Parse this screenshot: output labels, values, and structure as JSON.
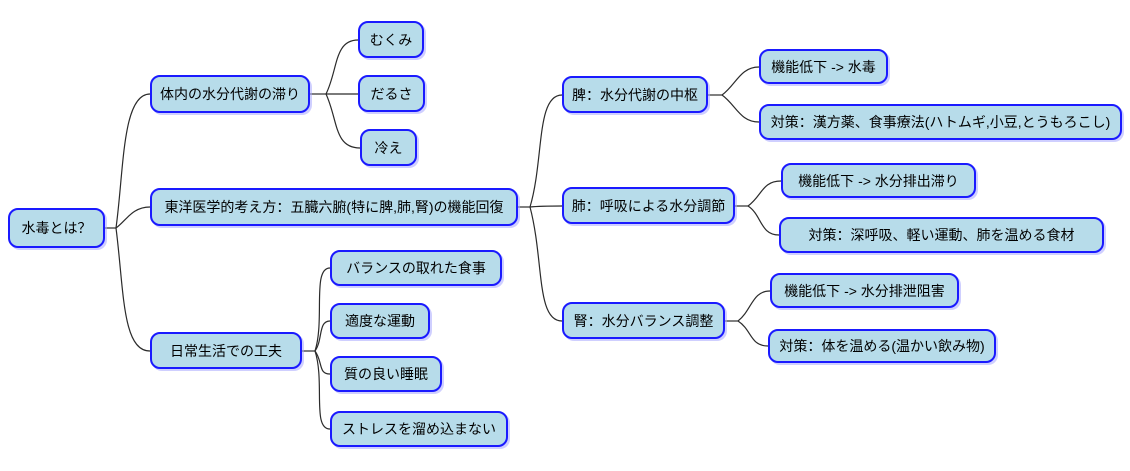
{
  "mindmap": {
    "root": {
      "label": "水毒とは？"
    },
    "branches": [
      {
        "label": "体内の水分代謝の滞り",
        "children": [
          {
            "label": "むくみ"
          },
          {
            "label": "だるさ"
          },
          {
            "label": "冷え"
          }
        ]
      },
      {
        "label": "東洋医学的考え方：五臓六腑(特に脾,肺,腎)の機能回復",
        "children": [
          {
            "label": "脾：水分代謝の中枢",
            "children": [
              {
                "label": "機能低下 -> 水毒"
              },
              {
                "label": "対策：漢方薬、食事療法(ハトムギ,小豆,とうもろこし)"
              }
            ]
          },
          {
            "label": "肺：呼吸による水分調節",
            "children": [
              {
                "label": "機能低下 -> 水分排出滞り"
              },
              {
                "label": "対策：深呼吸、軽い運動、肺を温める食材"
              }
            ]
          },
          {
            "label": "腎：水分バランス調整",
            "children": [
              {
                "label": "機能低下 -> 水分排泄阻害"
              },
              {
                "label": "対策：体を温める(温かい飲み物)"
              }
            ]
          }
        ]
      },
      {
        "label": "日常生活での工夫",
        "children": [
          {
            "label": "バランスの取れた食事"
          },
          {
            "label": "適度な運動"
          },
          {
            "label": "質の良い睡眠"
          },
          {
            "label": "ストレスを溜め込まない"
          }
        ]
      }
    ],
    "colors": {
      "node_fill": "#b7dcea",
      "node_border": "#1a1aff",
      "edge": "#2b2b2b",
      "text": "#000000",
      "background": "#ffffff"
    }
  }
}
